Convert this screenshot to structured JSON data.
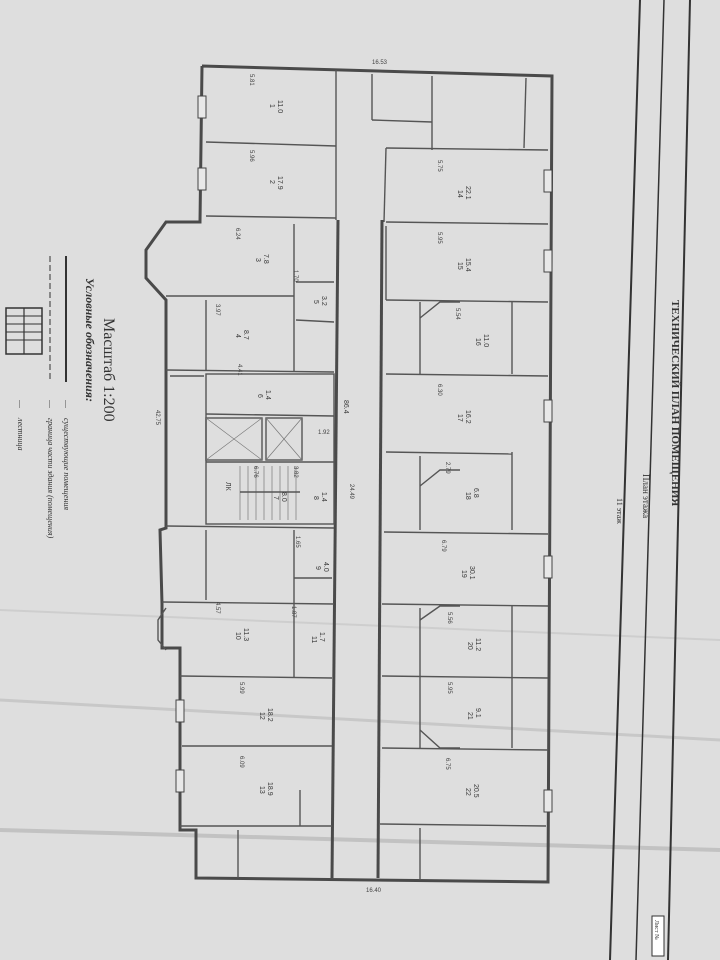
{
  "title_block": {
    "title": "ТЕХНИЧЕСКИЙ ПЛАН ПОМЕЩЕНИЯ",
    "subtitle": "План этажа",
    "floor": "11 этаж",
    "sheet_tag": "Лист №"
  },
  "scale": {
    "label": "Масштаб 1:200"
  },
  "legend": {
    "heading": "Условные обозначения:",
    "items": [
      {
        "symbol": "—",
        "text": "существующие помещения"
      },
      {
        "symbol": "—",
        "text": "граница части здания (помещения)"
      },
      {
        "symbol": "—",
        "text": "лестница"
      }
    ]
  },
  "plan": {
    "overall_dims": {
      "top": "16.53",
      "bottom": "16.40",
      "left": "42.75"
    },
    "corridor": {
      "width": "1.92",
      "length": "24.49",
      "area": "86.4"
    },
    "rooms_top_row": [
      {
        "no": "1",
        "area": "11.0",
        "w": "5.81"
      },
      {
        "no": "2",
        "area": "17.9",
        "w": "5.96"
      },
      {
        "no": "3",
        "area": "7.8",
        "w": "6.24"
      },
      {
        "no": "4",
        "area": "8.7",
        "w": "3.97"
      },
      {
        "no": "5",
        "area": "3.2",
        "w": "1.70"
      },
      {
        "no": "6",
        "area": "1.4",
        "w": "4.41"
      },
      {
        "no": "7",
        "area": "8.0",
        "w": "6.76"
      },
      {
        "no": "8",
        "area": "1.4",
        "w": "3.82"
      },
      {
        "no": "9",
        "area": "4.0",
        "w": "1.65"
      },
      {
        "no": "10",
        "area": "11.3",
        "w": "4.57"
      },
      {
        "no": "11",
        "area": "1.7",
        "w": "1.87"
      },
      {
        "no": "12",
        "area": "18.2",
        "w": "5.99"
      },
      {
        "no": "13",
        "area": "18.9",
        "w": "6.09"
      }
    ],
    "rooms_bottom_row": [
      {
        "no": "14",
        "area": "22.1",
        "w": "5.75"
      },
      {
        "no": "15",
        "area": "15.4",
        "w": "5.95"
      },
      {
        "no": "16",
        "area": "11.0",
        "w": "5.54"
      },
      {
        "no": "17",
        "area": "16.2",
        "w": "6.30"
      },
      {
        "no": "18",
        "area": "6.8",
        "w": "2.79"
      },
      {
        "no": "19",
        "area": "30.1",
        "w": "6.79"
      },
      {
        "no": "20",
        "area": "11.2",
        "w": "5.56"
      },
      {
        "no": "21",
        "area": "9.1",
        "w": "5.95"
      },
      {
        "no": "22",
        "area": "20.5",
        "w": "6.75"
      }
    ],
    "room_labels_upright_color": "#3a3a3a",
    "stair_label": "ЛК"
  }
}
